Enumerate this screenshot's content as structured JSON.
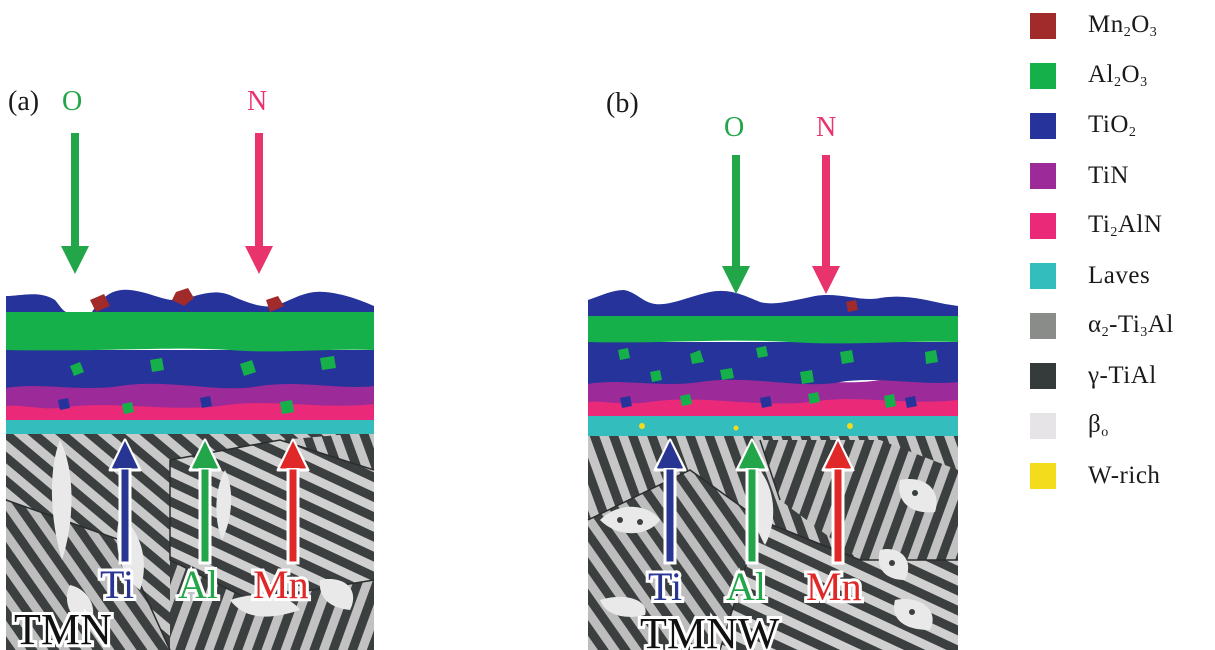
{
  "panels": [
    {
      "id": "a",
      "panel_label": "(a)",
      "top_arrows": [
        {
          "label": "O",
          "color": "#23a64a"
        },
        {
          "label": "N",
          "color": "#e8336d"
        }
      ],
      "bottom_arrows": [
        {
          "label": "Ti",
          "color": "#283593"
        },
        {
          "label": "Al",
          "color": "#23a64a"
        },
        {
          "label": "Mn",
          "color": "#e02828"
        }
      ],
      "alloy_label": "TMN"
    },
    {
      "id": "b",
      "panel_label": "(b)",
      "top_arrows": [
        {
          "label": "O",
          "color": "#23a64a"
        },
        {
          "label": "N",
          "color": "#e8336d"
        }
      ],
      "bottom_arrows": [
        {
          "label": "Ti",
          "color": "#283593"
        },
        {
          "label": "Al",
          "color": "#23a64a"
        },
        {
          "label": "Mn",
          "color": "#e02828"
        }
      ],
      "alloy_label": "TMNW"
    }
  ],
  "legend": [
    {
      "base": "Mn",
      "sub1": "2",
      "mid": "O",
      "sub2": "3",
      "tail": "",
      "color": "#a12a2a"
    },
    {
      "base": "Al",
      "sub1": "2",
      "mid": "O",
      "sub2": "3",
      "tail": "",
      "color": "#16b04a"
    },
    {
      "base": "TiO",
      "sub1": "2",
      "mid": "",
      "sub2": "",
      "tail": "",
      "color": "#25339a"
    },
    {
      "base": "TiN",
      "sub1": "",
      "mid": "",
      "sub2": "",
      "tail": "",
      "color": "#9c2a98"
    },
    {
      "base": "Ti",
      "sub1": "2",
      "mid": "AlN",
      "sub2": "",
      "tail": "",
      "color": "#ea2a78"
    },
    {
      "base": "Laves",
      "sub1": "",
      "mid": "",
      "sub2": "",
      "tail": "",
      "color": "#33bdbd"
    },
    {
      "base": "α",
      "sub1": "2",
      "mid": "-Ti",
      "sub2": "3",
      "tail": "Al",
      "color": "#8a8c8a"
    },
    {
      "base": "γ-TiAl",
      "sub1": "",
      "mid": "",
      "sub2": "",
      "tail": "",
      "color": "#353b3b"
    },
    {
      "base": "β",
      "sub1": "o",
      "mid": "",
      "sub2": "",
      "tail": "",
      "color": "#e6e4e6"
    },
    {
      "base": "W-rich",
      "sub1": "",
      "mid": "",
      "sub2": "",
      "tail": "",
      "color": "#f2dc1c"
    }
  ]
}
